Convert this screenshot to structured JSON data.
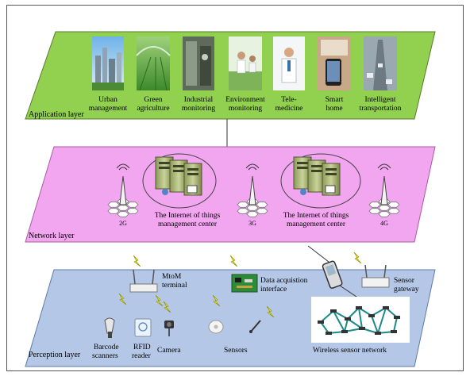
{
  "application_layer": {
    "label": "Application layer",
    "apps": [
      {
        "label": [
          "Urban",
          "management"
        ],
        "icon": "city-skyline-icon"
      },
      {
        "label": [
          "Green",
          "agriculture"
        ],
        "icon": "greenhouse-icon"
      },
      {
        "label": [
          "Industrial",
          "monitoring"
        ],
        "icon": "factory-icon"
      },
      {
        "label": [
          "Environment",
          "monitoring"
        ],
        "icon": "scientist-icon"
      },
      {
        "label": [
          "Tele-",
          "medicine"
        ],
        "icon": "doctor-icon"
      },
      {
        "label": [
          "Smart",
          "home"
        ],
        "icon": "smartphone-home-icon"
      },
      {
        "label": [
          "Intelligent",
          "transportation"
        ],
        "icon": "highway-icon"
      }
    ]
  },
  "network_layer": {
    "label": "Network layer",
    "center_label": [
      "The Internet of things",
      "management center"
    ],
    "towers": [
      "2G",
      "3G",
      "4G"
    ]
  },
  "perception_layer": {
    "label": "Perception layer",
    "mtom_label": [
      "MtoM",
      "terminal"
    ],
    "data_label": [
      "Data acquistion",
      "interface"
    ],
    "gateway_label": [
      "Sensor",
      "gateway"
    ],
    "devices": {
      "barcode": [
        "Barcode",
        "scanners"
      ],
      "rfid": [
        "RFID",
        "reader"
      ],
      "camera": "Camera",
      "sensors": "Sensors",
      "wsn": "Wireless sensor network"
    }
  },
  "colors": {
    "application": "#92d050",
    "network": "#f2a6f0",
    "perception": "#b4c7e7",
    "lightning": "#f5f000"
  }
}
